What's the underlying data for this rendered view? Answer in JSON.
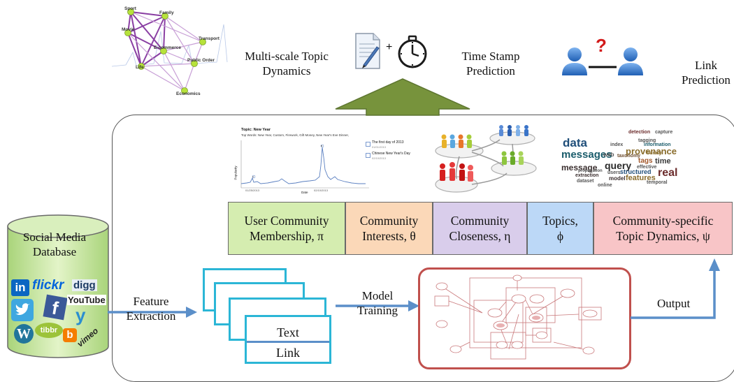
{
  "top": {
    "label1": "Multi-scale Topic\nDynamics",
    "label2": "Time Stamp\nPrediction",
    "label3": "Link\nPrediction",
    "plus": "+",
    "question": "?"
  },
  "network": {
    "nodes": [
      "Sport",
      "Family",
      "Movie",
      "Transport",
      "E-commerce",
      "Public Order",
      "Life",
      "Economics"
    ]
  },
  "timeline_chart": {
    "title": "Topic: New Year",
    "topwords": "Top Words: New Year, Custom, Firework, Gift Money, New Year's Eve Dinner,",
    "xlabel": "Date",
    "ylabel": "Popularity",
    "tick1": "01/25/2013",
    "tick2": "02/10/2013",
    "event1_title": "The first day of 2013",
    "event1_date": "01/01/2013",
    "event2_title": "Chinese New Year's Day",
    "event2_date": "02/10/2013",
    "peak_a": "A",
    "peak_b": "B"
  },
  "wordcloud": [
    "data",
    "messages",
    "message",
    "provenance",
    "query",
    "real",
    "time",
    "tags",
    "tagging",
    "structured",
    "web",
    "taxonomy",
    "features",
    "model",
    "dataset",
    "detection",
    "effective",
    "capture",
    "information",
    "users",
    "extraction",
    "temporal",
    "propagation",
    "bursty",
    "online",
    "index"
  ],
  "params": [
    {
      "label": "User Community\nMembership, π",
      "color": "#d5edb0"
    },
    {
      "label": "Community\nInterests, θ",
      "color": "#fbd8b8"
    },
    {
      "label": "Community\nCloseness, η",
      "color": "#d9cdeb"
    },
    {
      "label": "Topics,\nϕ",
      "color": "#bcd8f7"
    },
    {
      "label": "Community-specific\nTopic Dynamics, ψ",
      "color": "#f8c5c7"
    }
  ],
  "database": {
    "label": "Social Media\nDatabase",
    "logos": [
      "in",
      "flickr",
      "digg",
      "YouTube",
      "f",
      "y",
      "W",
      "tibbr",
      "b",
      "vimeo"
    ]
  },
  "flow": {
    "feature": "Feature\nExtraction",
    "model": "Model\nTraining",
    "output": "Output",
    "text": "Text",
    "link": "Link"
  },
  "colors": {
    "arrow_blue": "#5b8fc9",
    "up_arrow_green": "#77933c",
    "doc_cyan": "#2bb6d6",
    "model_red": "#c0504d",
    "db_green": "#c8e6a0"
  }
}
